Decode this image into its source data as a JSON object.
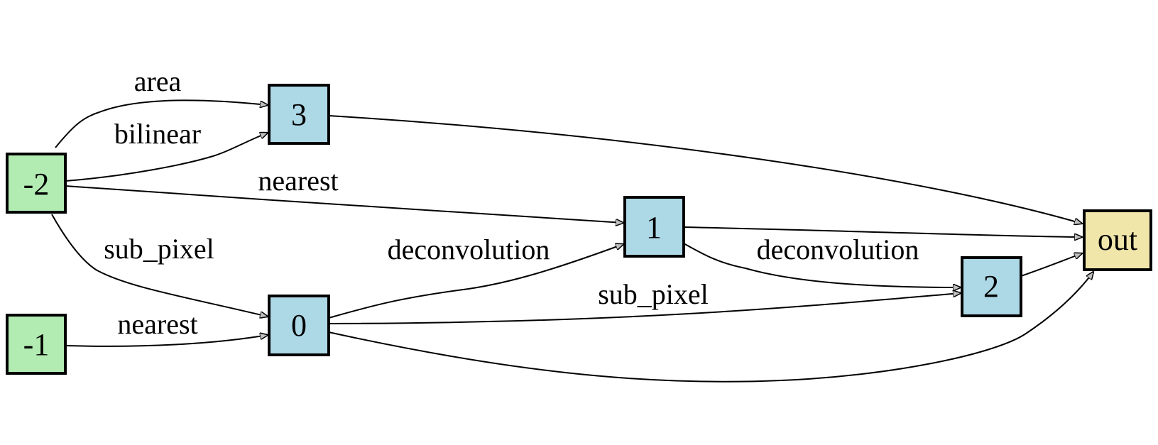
{
  "colors": {
    "input_node": "#b3ecb3",
    "hidden_node": "#add8e6",
    "output_node": "#f0e6aa",
    "arrowhead": "#c0c0c0"
  },
  "nodes": [
    {
      "id": "-2",
      "label": "-2",
      "kind": "input_node"
    },
    {
      "id": "-1",
      "label": "-1",
      "kind": "input_node"
    },
    {
      "id": "3",
      "label": "3",
      "kind": "hidden_node"
    },
    {
      "id": "0",
      "label": "0",
      "kind": "hidden_node"
    },
    {
      "id": "1",
      "label": "1",
      "kind": "hidden_node"
    },
    {
      "id": "2",
      "label": "2",
      "kind": "hidden_node"
    },
    {
      "id": "out",
      "label": "out",
      "kind": "output_node"
    }
  ],
  "edges": [
    {
      "from": "-2",
      "to": "3",
      "label": "area"
    },
    {
      "from": "-2",
      "to": "3",
      "label": "bilinear"
    },
    {
      "from": "-2",
      "to": "1",
      "label": "nearest"
    },
    {
      "from": "-2",
      "to": "0",
      "label": "sub_pixel"
    },
    {
      "from": "-1",
      "to": "0",
      "label": "nearest"
    },
    {
      "from": "0",
      "to": "1",
      "label": "deconvolution"
    },
    {
      "from": "1",
      "to": "2",
      "label": "deconvolution"
    },
    {
      "from": "0",
      "to": "2",
      "label": "sub_pixel"
    },
    {
      "from": "3",
      "to": "out",
      "label": ""
    },
    {
      "from": "1",
      "to": "out",
      "label": ""
    },
    {
      "from": "2",
      "to": "out",
      "label": ""
    },
    {
      "from": "0",
      "to": "out",
      "label": ""
    }
  ]
}
